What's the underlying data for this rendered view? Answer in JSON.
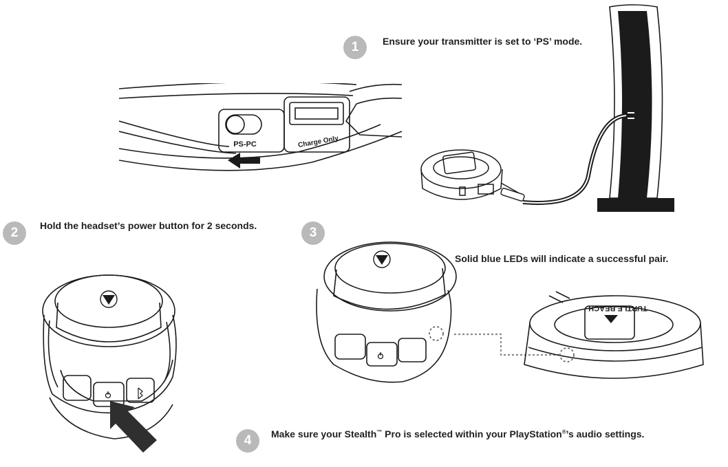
{
  "steps": [
    {
      "number": "1",
      "text": "Ensure your transmitter is set to ‘PS’ mode."
    },
    {
      "number": "2",
      "text": "Hold the headset’s power button for 2 seconds."
    },
    {
      "number": "3",
      "text": "Solid blue LEDs will indicate a successful pair."
    },
    {
      "number": "4",
      "text_before": "Make sure your Stealth",
      "mark_tm": "™",
      "text_middle": " Pro is selected within your PlayStation",
      "mark_reg": "®",
      "text_after": "’s audio settings."
    }
  ],
  "transmitter_closeup": {
    "switch_label": "PS-PC",
    "port_label": "Charge Only"
  },
  "brand_text": "TURTLE BEACH",
  "colors": {
    "badge": "#b9b9b9",
    "line": "#1b1b1b",
    "arrow": "#2a2a2a"
  },
  "icons": [
    "power-icon",
    "bluetooth-icon",
    "turtle-beach-logo-icon",
    "arrow-left-icon",
    "arrow-pointer-icon",
    "led-indicator-icon"
  ]
}
